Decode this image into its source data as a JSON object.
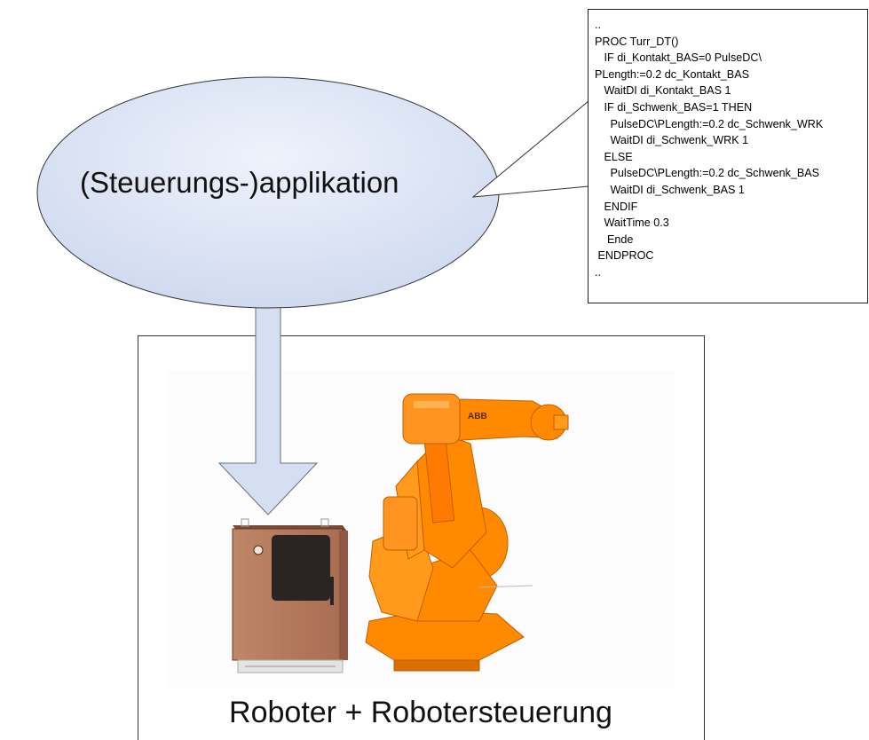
{
  "bubble": {
    "label": "(Steuerungs-)applikation"
  },
  "code": {
    "lines": [
      "..",
      "PROC Turr_DT()",
      "   IF di_Kontakt_BAS=0 PulseDC\\",
      "PLength:=0.2 dc_Kontakt_BAS",
      "   WaitDI di_Kontakt_BAS 1",
      "   IF di_Schwenk_BAS=1 THEN",
      "     PulseDC\\PLength:=0.2 dc_Schwenk_WRK",
      "     WaitDI di_Schwenk_WRK 1",
      "   ELSE",
      "     PulseDC\\PLength:=0.2 dc_Schwenk_BAS",
      "     WaitDI di_Schwenk_BAS 1",
      "   ENDIF",
      "   WaitTime 0.3",
      "    Ende",
      " ENDPROC",
      ".."
    ]
  },
  "robot_panel": {
    "caption": "Roboter + Robotersteuerung",
    "robot_brand": "ABB"
  },
  "colors": {
    "bubble_fill": "#dbe3f5",
    "arrow_fill": "#d6def2",
    "cabinet": "#b5775a",
    "robot": "#ff8a00"
  }
}
